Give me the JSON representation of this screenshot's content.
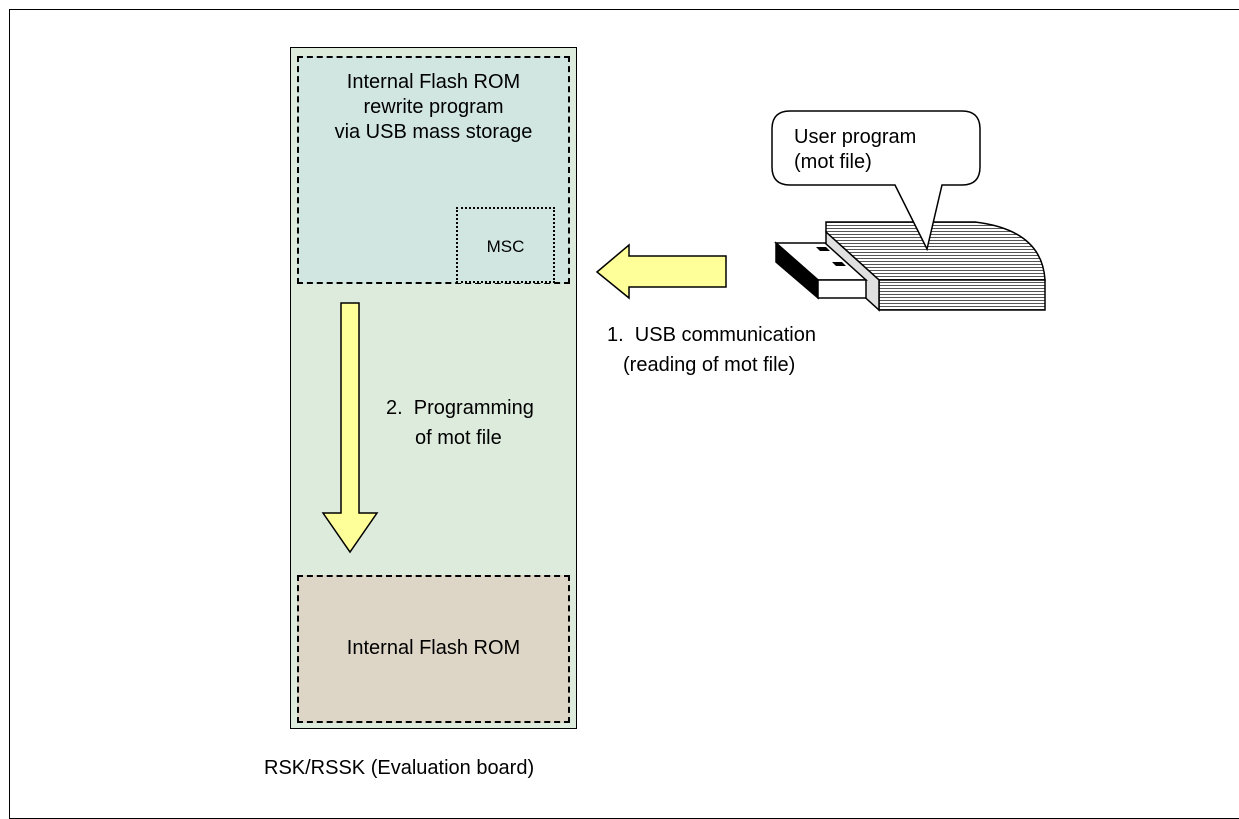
{
  "rewrite_program": {
    "lines": [
      "Internal Flash ROM",
      "rewrite program",
      "via USB mass storage"
    ]
  },
  "msc_label": "MSC",
  "flash_rom_label": "Internal Flash ROM",
  "step2": {
    "line1": "2.  Programming",
    "line2": "of mot file"
  },
  "step1": {
    "line1": "1.  USB communication",
    "line2": "(reading of mot file)"
  },
  "board_caption": "RSK/RSSK (Evaluation board)",
  "bubble": {
    "line1": "User program",
    "line2": "(mot file)"
  },
  "colors": {
    "board": "#dcebdc",
    "rewrite_area": "#d1e6e1",
    "flash_area": "#ddd6c7",
    "arrow_fill": "#ffff99"
  },
  "icons": [
    "usb-flash-drive-icon",
    "arrow-left-icon",
    "arrow-down-icon",
    "speech-bubble-icon"
  ]
}
